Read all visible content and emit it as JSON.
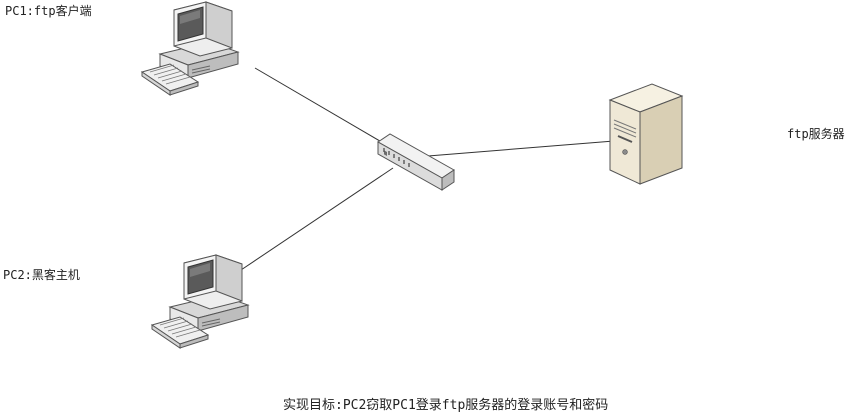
{
  "nodes": {
    "pc1": {
      "label": "PC1:ftp客户端",
      "icon": "desktop-computer-icon"
    },
    "pc2": {
      "label": "PC2:黑客主机",
      "icon": "desktop-computer-icon"
    },
    "switch": {
      "icon": "network-switch-icon"
    },
    "server": {
      "label": "ftp服务器",
      "icon": "tower-server-icon"
    }
  },
  "links": [
    {
      "from": "pc1",
      "to": "switch"
    },
    {
      "from": "pc2",
      "to": "switch"
    },
    {
      "from": "switch",
      "to": "server"
    }
  ],
  "caption": "实现目标:PC2窃取PC1登录ftp服务器的登录账号和密码",
  "colors": {
    "line": "#333333",
    "text": "#222222",
    "monitor_body": "#eeeeee",
    "screen": "#5a5a5a",
    "server_body": "#efe8d6"
  }
}
